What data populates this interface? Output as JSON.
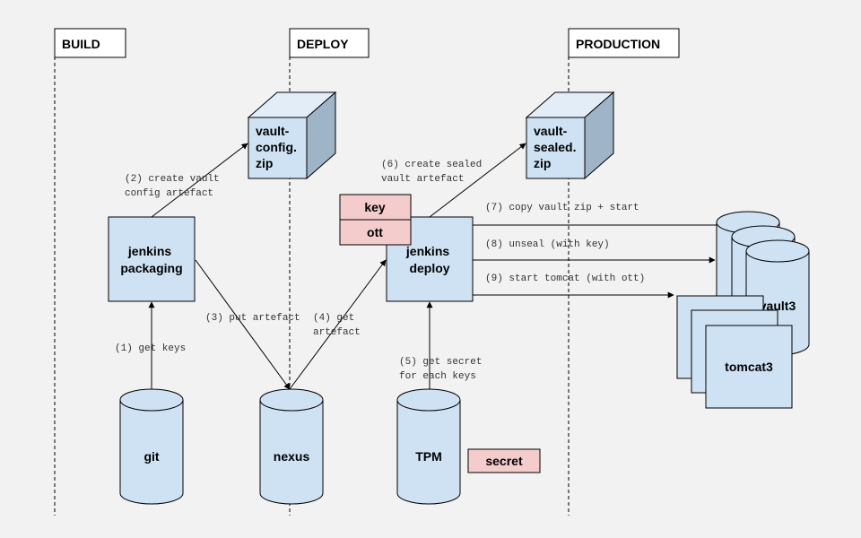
{
  "lanes": {
    "build": "BUILD",
    "deploy": "DEPLOY",
    "production": "PRODUCTION"
  },
  "nodes": {
    "vault_config_zip": [
      "vault-",
      "config.",
      "zip"
    ],
    "vault_sealed_zip": [
      "vault-",
      "sealed.",
      "zip"
    ],
    "jenkins_packaging": [
      "jenkins",
      "packaging"
    ],
    "jenkins_deploy": [
      "jenkins",
      "deploy"
    ],
    "git": "git",
    "nexus": "nexus",
    "tpm": "TPM",
    "secret": "secret",
    "key": "key",
    "ott": "ott",
    "vault_back1": "v",
    "vault_back2": "v",
    "vault3": "vault3",
    "tomcat3": "tomcat3"
  },
  "edges": {
    "e1": [
      "(1) get keys"
    ],
    "e2": [
      "(2) create vault",
      "config artefact"
    ],
    "e3": [
      "(3) put artefact"
    ],
    "e4": [
      "(4) get",
      "artefact"
    ],
    "e5": [
      "(5) get secret",
      "for each keys"
    ],
    "e6": [
      "(6) create sealed",
      "vault artefact"
    ],
    "e7": [
      "(7) copy vault zip + start"
    ],
    "e8": [
      "(8) unseal (with key)"
    ],
    "e9": [
      "(9) start tomcat (with ott)"
    ]
  },
  "colors": {
    "background": "#f2f2f2",
    "node_fill": "#cfe2f3",
    "cube_side": "#9fb4c7",
    "cube_top": "#e2edf8",
    "credential_fill": "#f4cccc"
  }
}
